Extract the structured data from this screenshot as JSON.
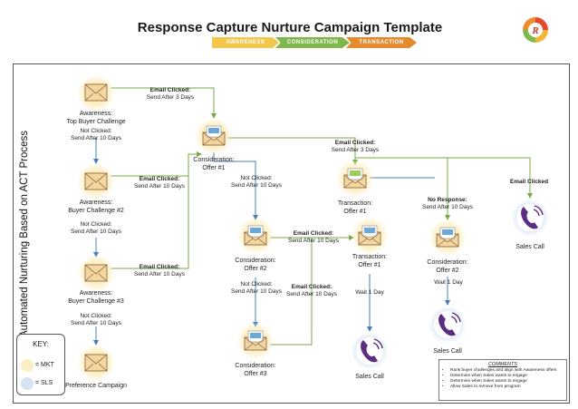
{
  "title": "Response Capture Nurture Campaign Template",
  "phases": [
    "AWARENESS",
    "CONSIDERATION",
    "TRANSACTION"
  ],
  "logo_letter": "R",
  "side_title": "Automated Nurturing Based on ACT Process",
  "nodes": {
    "aw1": "Awareness:\nTop Buyer Challenge",
    "aw2": "Awareness:\nBuyer Challenge #2",
    "aw3": "Awareness:\nBuyer Challenge #3",
    "pref": "Preference Campaign",
    "c1": "Consideration:\nOffer #1",
    "c2a": "Consideration:\nOffer #2",
    "c3": "Consideration:\nOffer #3",
    "t1a": "Transaction:\nOffer #1",
    "t1b": "Transaction:\nOffer #1",
    "c2b": "Consideration:\nOffer #2",
    "sales1": "Sales Call",
    "sales2": "Sales Call",
    "sales3": "Sales Call"
  },
  "labels": {
    "nc1": "Not Clicked:\nSend After 10 Days",
    "nc2": "Not Clicked:\nSend After 10 Days",
    "nc3": "Not Clicked:\nSend After 10 Days",
    "nc4": "Not Clicked:\nSend After 10 Days",
    "nc5": "Not Clicked:\nSend After 10 Days",
    "wait1": "Wait 1 Day",
    "wait2": "Wait 1 Day"
  },
  "email_labels": {
    "e1": {
      "head": "Email Clicked:",
      "body": "Send After 3 Days"
    },
    "e2": {
      "head": "Email Clicked:",
      "body": "Send After 10 Days"
    },
    "e3": {
      "head": "Email Clicked:",
      "body": "Send After 10 Days"
    },
    "e4": {
      "head": "Email Clicked:",
      "body": "Send After 3 Days"
    },
    "e5": {
      "head": "Email Clicked:",
      "body": "Send After 10 Days"
    },
    "e6": {
      "head": "Email Clicked:",
      "body": "Send After 10 Days"
    },
    "e7": {
      "head": "No Response:",
      "body": "Send After 10 Days"
    },
    "e8": {
      "head": "Email Clicked",
      "body": ""
    }
  },
  "key": {
    "title": "KEY:",
    "mkt": "= MKT",
    "sls": "= SLS",
    "mkt_color": "#fbeec2",
    "sls_color": "#d7e3f1"
  },
  "comments": {
    "title": "COMMENTS",
    "items": [
      "Rank buyer challenges and align with Awareness offers",
      "Determine when Sales wants to engage",
      "Determine when Sales wants to engage",
      "Allow Sales to remove from program"
    ]
  },
  "colors": {
    "blue_line": "#4a7ebb",
    "green_line": "#77a843",
    "mkt_glow": "#fbeec2",
    "sls_glow": "#d7e3f1",
    "envelope": "#f2d7a3",
    "envelope_stroke": "#8a5a2b",
    "phone": "#5a2d82"
  }
}
